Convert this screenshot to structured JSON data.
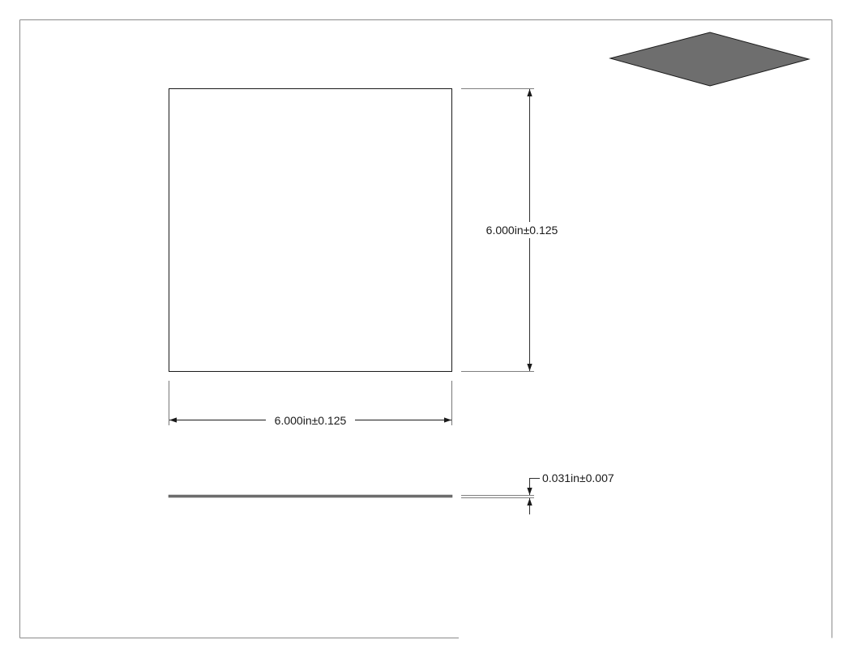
{
  "dimensions": {
    "height": "6.000in±0.125",
    "width": "6.000in±0.125",
    "thickness": "0.031in±0.007"
  },
  "colors": {
    "line": "#1a1a1a",
    "thin_line": "#555555",
    "iso_fill": "#6e6e6e",
    "plate_edge": "#707070"
  }
}
